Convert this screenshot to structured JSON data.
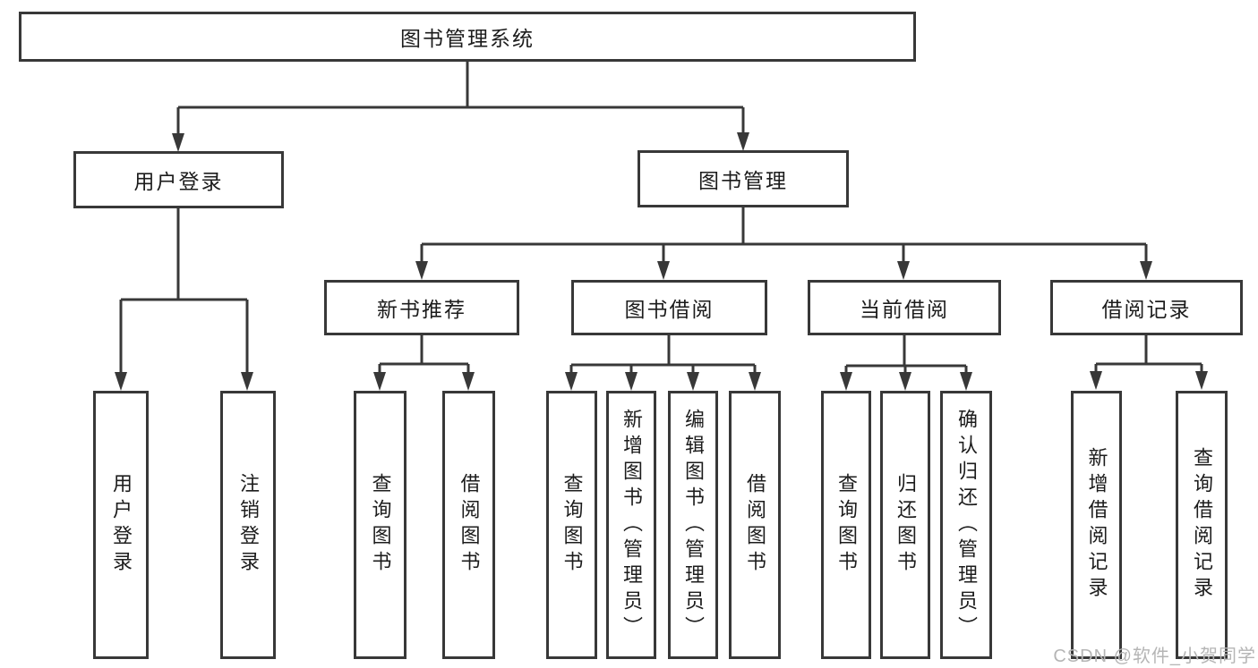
{
  "diagram": {
    "title": "图书管理系统",
    "branches": [
      {
        "label": "用户登录",
        "children": [
          {
            "label": "用户登录"
          },
          {
            "label": "注销登录"
          }
        ]
      },
      {
        "label": "图书管理",
        "children": [
          {
            "label": "新书推荐",
            "children": [
              {
                "label": "查询图书"
              },
              {
                "label": "借阅图书"
              }
            ]
          },
          {
            "label": "图书借阅",
            "children": [
              {
                "label": "查询图书"
              },
              {
                "label": "新增图书（管理员）"
              },
              {
                "label": "编辑图书（管理员）"
              },
              {
                "label": "借阅图书"
              }
            ]
          },
          {
            "label": "当前借阅",
            "children": [
              {
                "label": "查询图书"
              },
              {
                "label": "归还图书"
              },
              {
                "label": "确认归还（管理员）"
              }
            ]
          },
          {
            "label": "借阅记录",
            "children": [
              {
                "label": "新增借阅记录"
              },
              {
                "label": "查询借阅记录"
              }
            ]
          }
        ]
      }
    ]
  },
  "watermark": {
    "text": "CSDN @软件_小贺同学"
  },
  "colors": {
    "line": "#383838",
    "text": "#1c1c1c",
    "background": "#ffffff",
    "watermark": "#b5b5b5"
  }
}
